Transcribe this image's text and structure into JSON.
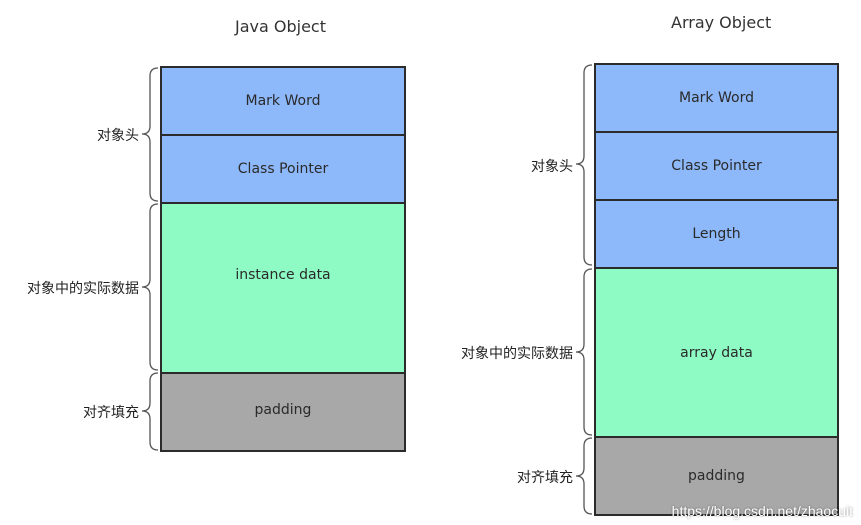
{
  "left": {
    "title": "Java Object",
    "blocks": [
      "Mark Word",
      "Class Pointer",
      "instance data",
      "padding"
    ],
    "labels": {
      "header": "对象头",
      "data": "对象中的实际数据",
      "padding": "对齐填充"
    }
  },
  "right": {
    "title": "Array Object",
    "blocks": [
      "Mark Word",
      "Class Pointer",
      "Length",
      "array data",
      "padding"
    ],
    "labels": {
      "header": "对象头",
      "data": "对象中的实际数据",
      "padding": "对齐填充"
    }
  },
  "watermark": "https://blog.csdn.net/zhaocuit",
  "colors": {
    "header": "#8db8fa",
    "data": "#8efbc4",
    "padding": "#a8a8a8",
    "border": "#2b2b2b"
  }
}
